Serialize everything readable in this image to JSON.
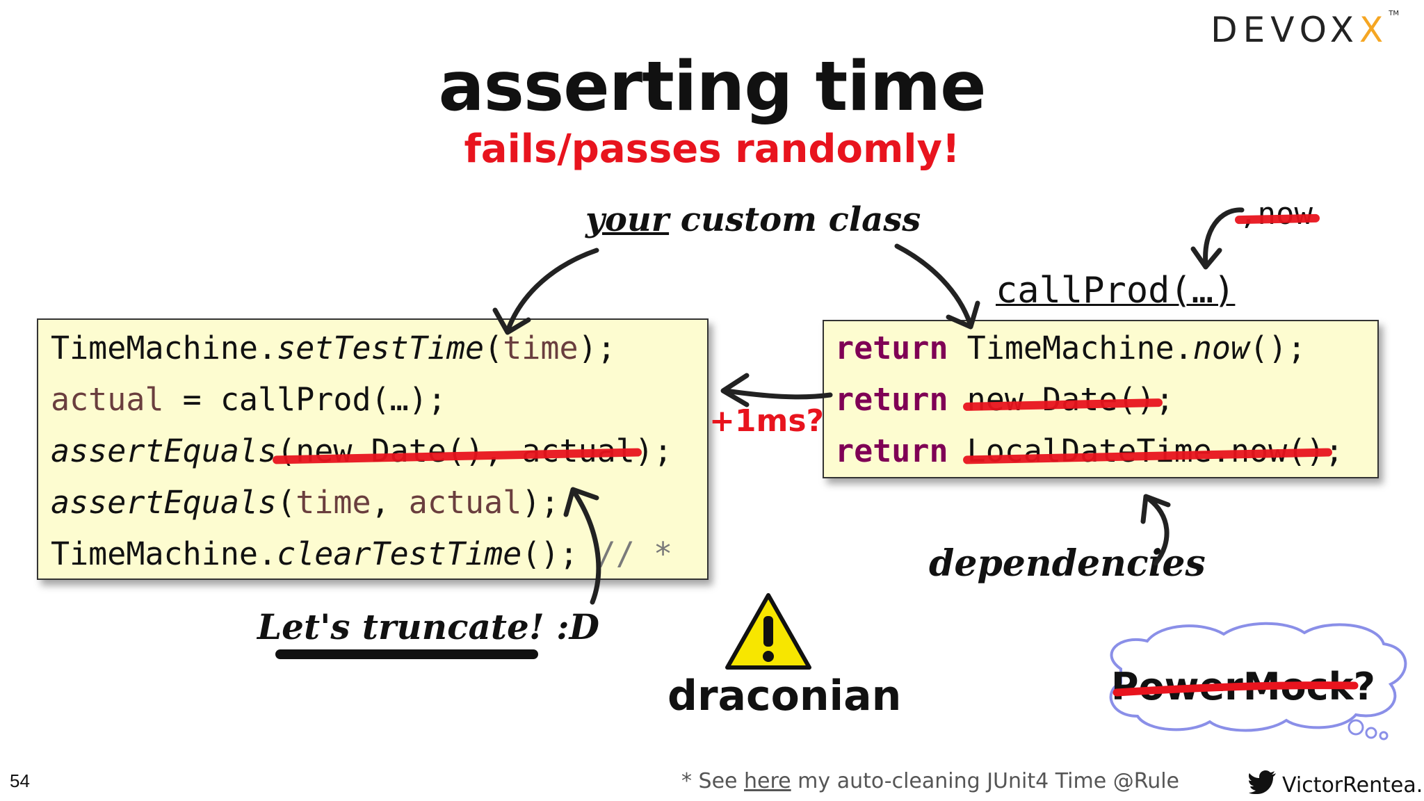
{
  "header": {
    "title": "asserting time",
    "subtitle": "fails/passes randomly!",
    "logo_text": "DEVOX",
    "logo_x": "X",
    "logo_tm": "TM"
  },
  "left_code": {
    "line1": {
      "obj": "TimeMachine.",
      "method": "setTestTime",
      "open": "(",
      "arg": "time",
      "close": ");"
    },
    "line2": {
      "var": "actual",
      "rest": " = callProd(…);"
    },
    "line3": {
      "method": "assertEquals",
      "struck": "(new Date(), actual",
      "close": ");"
    },
    "line4": {
      "method": "assertEquals",
      "open": "(",
      "arg1": "time",
      "sep": ", ",
      "arg2": "actual",
      "close": ");"
    },
    "line5": {
      "obj": "TimeMachine.",
      "method": "clearTestTime",
      "close": "();",
      "comment": " // *"
    }
  },
  "right_code": {
    "line1": {
      "kw": "return",
      "obj": " TimeMachine.",
      "method": "now",
      "close": "();"
    },
    "line2": {
      "kw": "return",
      "struck": "new Date()",
      "close": ";"
    },
    "line3": {
      "kw": "return",
      "struck": "LocalDateTime.now()",
      "close": ";"
    }
  },
  "annotations": {
    "your": "your",
    "custom_class": " custom class",
    "call_prod": "callProd(…)",
    "now_param": ",now",
    "plus_1ms": "+1ms?",
    "dependencies": "dependencies",
    "truncate": "Let's truncate! :D",
    "draconian": "draconian",
    "powermock": "PowerMock?"
  },
  "footer": {
    "page_number": "54",
    "footnote_pre": "* See ",
    "footnote_link": "here",
    "footnote_post": " my auto-cleaning JUnit4 Time @Rule",
    "twitter_handle": "VictorRentea.ro"
  },
  "colors": {
    "accent_red": "#e8141e",
    "code_bg": "#fdfcd0",
    "keyword": "#7f0055",
    "variable": "#6a3e3e",
    "warning_yellow": "#f7e600",
    "cloud_outline": "#8a8fe8",
    "twitter_icon": "#111111"
  },
  "icons": [
    "warning-icon",
    "twitter-bird-icon",
    "thought-cloud-icon",
    "curved-arrow-icon"
  ]
}
